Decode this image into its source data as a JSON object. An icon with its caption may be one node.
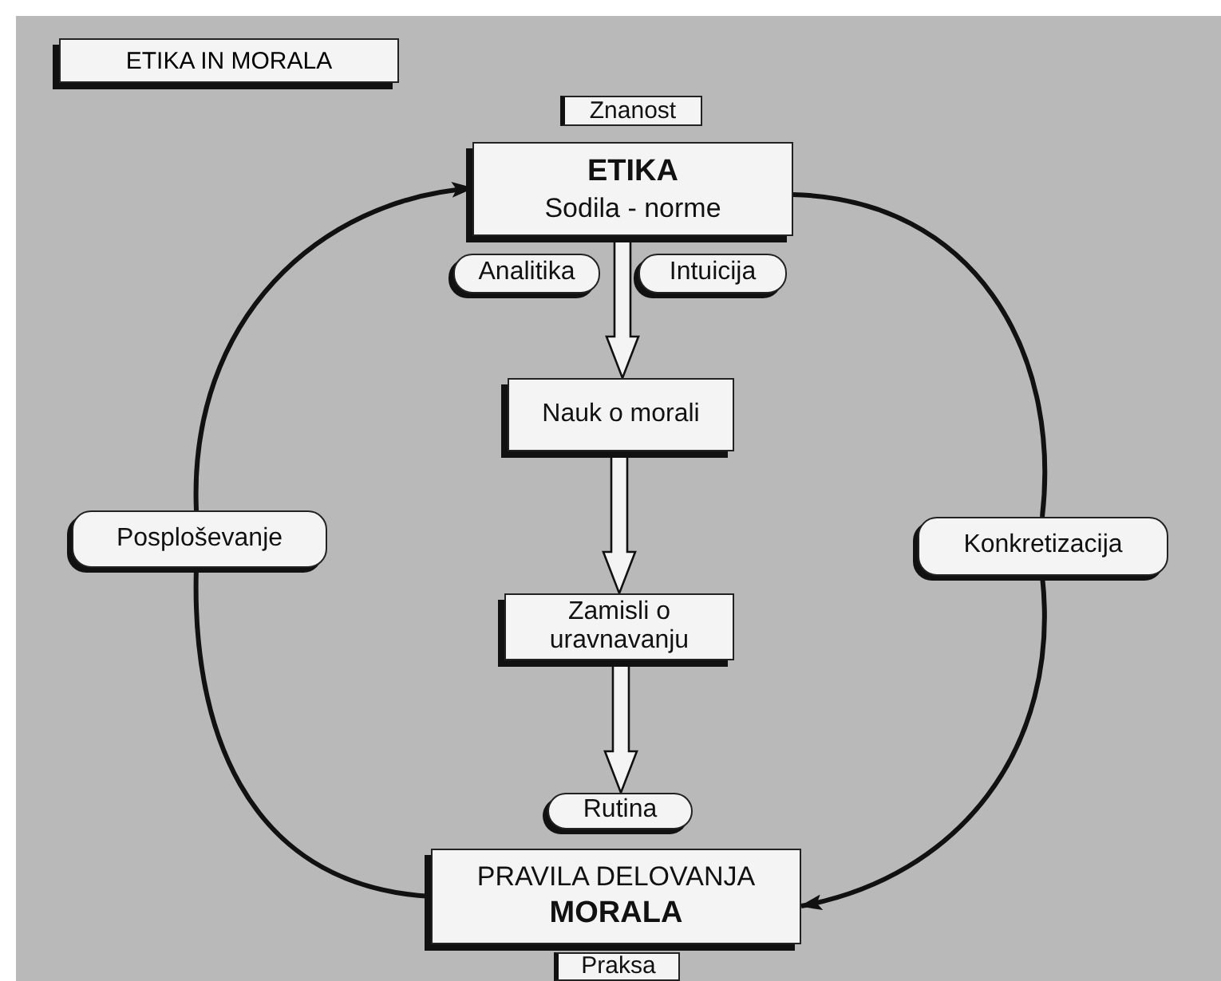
{
  "diagram": {
    "title": "ETIKA IN MORALA",
    "nodes": [
      {
        "text": [
          "Znanost"
        ]
      },
      {
        "text": [
          "ETIKA",
          "Sodila - norme"
        ]
      },
      {
        "text": [
          "Analitika"
        ]
      },
      {
        "text": [
          "Intuicija"
        ]
      },
      {
        "text": [
          "Nauk o morali"
        ]
      },
      {
        "text": [
          "Posploševanje"
        ]
      },
      {
        "text": [
          "Konkretizacija"
        ]
      },
      {
        "text": [
          "Zamisli o uravnavanju"
        ]
      },
      {
        "text": [
          "Rutina"
        ]
      },
      {
        "text": [
          "PRAVILA DELOVANJA",
          "MORALA"
        ]
      },
      {
        "text": [
          "Praksa"
        ]
      }
    ],
    "edges": [
      {
        "from": 1,
        "to": 4,
        "arrow": "to"
      },
      {
        "from": 4,
        "to": 7,
        "arrow": "to"
      },
      {
        "from": 7,
        "to": 8,
        "arrow": "to"
      },
      {
        "from": 9,
        "to": 5,
        "arrow": "none"
      },
      {
        "from": 5,
        "to": 1,
        "arrow": "to"
      },
      {
        "from": 1,
        "to": 6,
        "arrow": "none"
      },
      {
        "from": 6,
        "to": 9,
        "arrow": "to"
      }
    ]
  }
}
